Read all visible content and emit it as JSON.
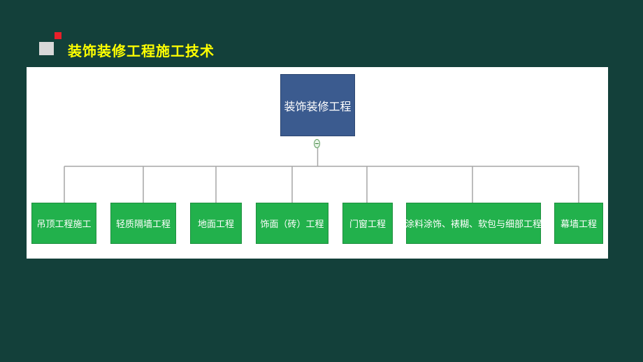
{
  "slide": {
    "title": "装饰装修工程施工技术"
  },
  "diagram": {
    "root": "装饰装修工程",
    "children": [
      "吊顶工程施工",
      "轻质隔墙工程",
      "地面工程",
      "饰面（砖）工程",
      "门窗工程",
      "涂料涂饰、裱糊、软包与细部工程",
      "幕墙工程"
    ]
  },
  "colors": {
    "background": "#13403a",
    "title": "#ffff00",
    "root_fill": "#3b5b8f",
    "child_fill": "#22b14c",
    "connector": "#a6a6a6"
  }
}
